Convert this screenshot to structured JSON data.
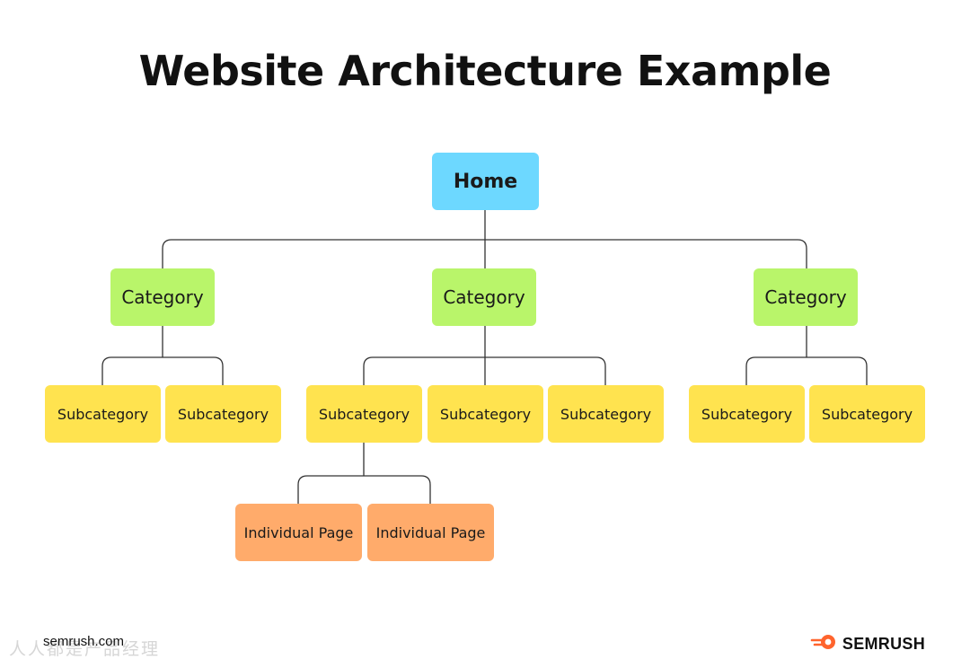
{
  "title": "Website Architecture Example",
  "colors": {
    "home": "#6dd8ff",
    "category": "#b9f56a",
    "subcategory": "#ffe34f",
    "individual_page": "#ffab6b",
    "connector": "#333333",
    "brand_orange": "#ff642d"
  },
  "tree": {
    "home": "Home",
    "categories": [
      {
        "label": "Category",
        "subcategories": [
          {
            "label": "Subcategory"
          },
          {
            "label": "Subcategory"
          }
        ]
      },
      {
        "label": "Category",
        "subcategories": [
          {
            "label": "Subcategory",
            "pages": [
              "Individual Page",
              "Individual Page"
            ]
          },
          {
            "label": "Subcategory"
          },
          {
            "label": "Subcategory"
          }
        ]
      },
      {
        "label": "Category",
        "subcategories": [
          {
            "label": "Subcategory"
          },
          {
            "label": "Subcategory"
          }
        ]
      }
    ]
  },
  "footer": {
    "site": "semrush.com",
    "brand": "SEMRUSH",
    "watermark": "人人都是产品经理"
  },
  "icons": {
    "brand_logo": "semrush-flame-icon"
  }
}
